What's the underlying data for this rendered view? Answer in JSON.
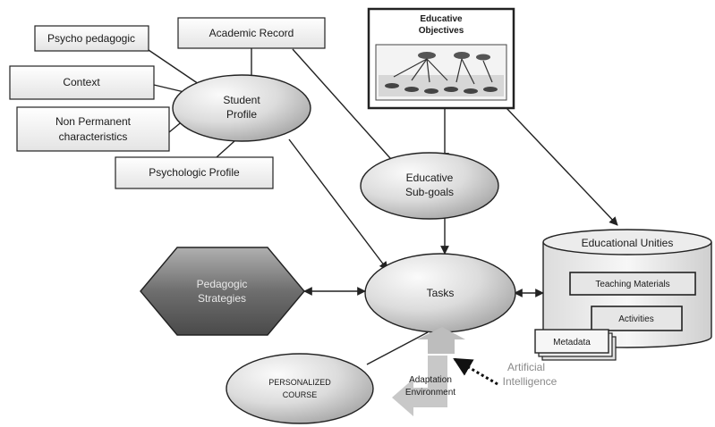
{
  "nodes": {
    "psycho_pedagogic": "Psycho pedagogic",
    "academic_record": "Academic Record",
    "context": "Context",
    "non_permanent_1": "Non Permanent",
    "non_permanent_2": "characteristics",
    "student_profile_1": "Student",
    "student_profile_2": "Profile",
    "psychologic_profile": "Psychologic Profile",
    "educative_objectives_1": "Educative",
    "educative_objectives_2": "Objectives",
    "educative_subgoals_1": "Educative",
    "educative_subgoals_2": "Sub-goals",
    "pedagogic_strategies_1": "Pedagogic",
    "pedagogic_strategies_2": "Strategies",
    "tasks": "Tasks",
    "educational_unities": "Educational Unities",
    "teaching_materials": "Teaching Materials",
    "activities": "Activities",
    "metadata": "Metadata",
    "personalized_course_1": "PERSONALIZED",
    "personalized_course_2": "COURSE",
    "adaptation_environment_1": "Adaptation",
    "adaptation_environment_2": "Environment",
    "artificial_intelligence_1": "Artificial",
    "artificial_intelligence_2": "Intelligence"
  },
  "colors": {
    "ellipse_fill_light": "#f2f2f2",
    "ellipse_fill_dark": "#bdbdbd",
    "hexagon_fill": "#7a7a7a",
    "stroke": "#222222",
    "ai_text": "#8a8a8a",
    "arrow_gray": "#b9b9b9"
  }
}
